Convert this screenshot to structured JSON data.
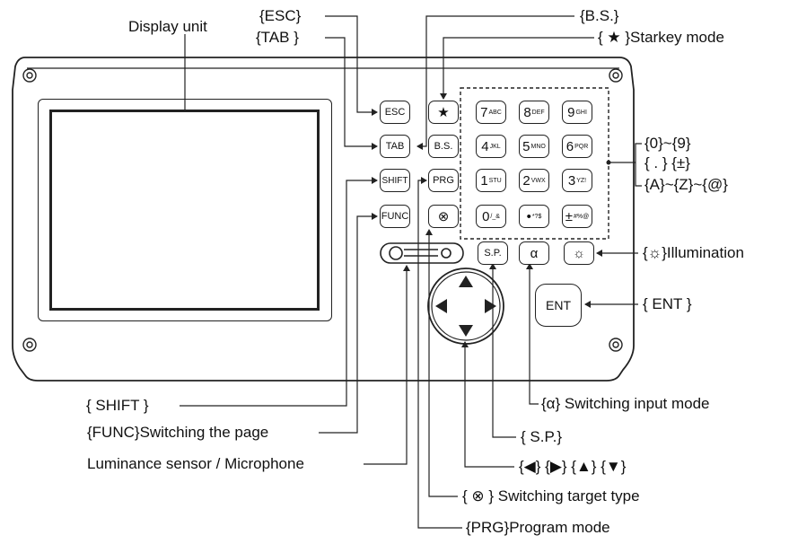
{
  "labels": {
    "display_unit": "Display unit",
    "esc": "{ESC}",
    "tab": "{TAB }",
    "bs": "{B.S.}",
    "starkey": "{ ★ }Starkey mode",
    "digits": "{0}~{9}",
    "dot_pm": "{ . } {±}",
    "alpha_range": "{A}~{Z}~{@}",
    "illumination": "{☼}Illumination",
    "ent": "{ ENT }",
    "shift": "{ SHIFT }",
    "func": "{FUNC}Switching the page",
    "sensor": "Luminance sensor / Microphone",
    "alpha_mode": "{α} Switching input mode",
    "sp": "{ S.P.}",
    "arrows": "{◀} {▶} {▲} {▼}",
    "target": "{ ⊗ } Switching target type",
    "prg": "{PRG}Program mode"
  },
  "keys": {
    "esc": "ESC",
    "star": "★",
    "tab": "TAB",
    "bs": "B.S.",
    "shift": "SHIFT",
    "prg": "PRG",
    "func": "FUNC",
    "target": "⊗",
    "sp": "S.P.",
    "alpha": "α",
    "light": "☼",
    "ent": "ENT",
    "k7": "7",
    "k7s": "ABC",
    "k8": "8",
    "k8s": "DEF",
    "k9": "9",
    "k9s": "GHI",
    "k4": "4",
    "k4s": "JKL",
    "k5": "5",
    "k5s": "MNO",
    "k6": "6",
    "k6s": "PQR",
    "k1": "1",
    "k1s": "STU",
    "k2": "2",
    "k2s": "VWX",
    "k3": "3",
    "k3s": "YZ!",
    "k0": "0",
    "k0s": "/_&",
    "kdot": "•",
    "kdots": "*?$",
    "kpm": "±",
    "kpms": "#%@"
  },
  "colors": {
    "line": "#222222",
    "text": "#111111",
    "background": "#ffffff"
  }
}
